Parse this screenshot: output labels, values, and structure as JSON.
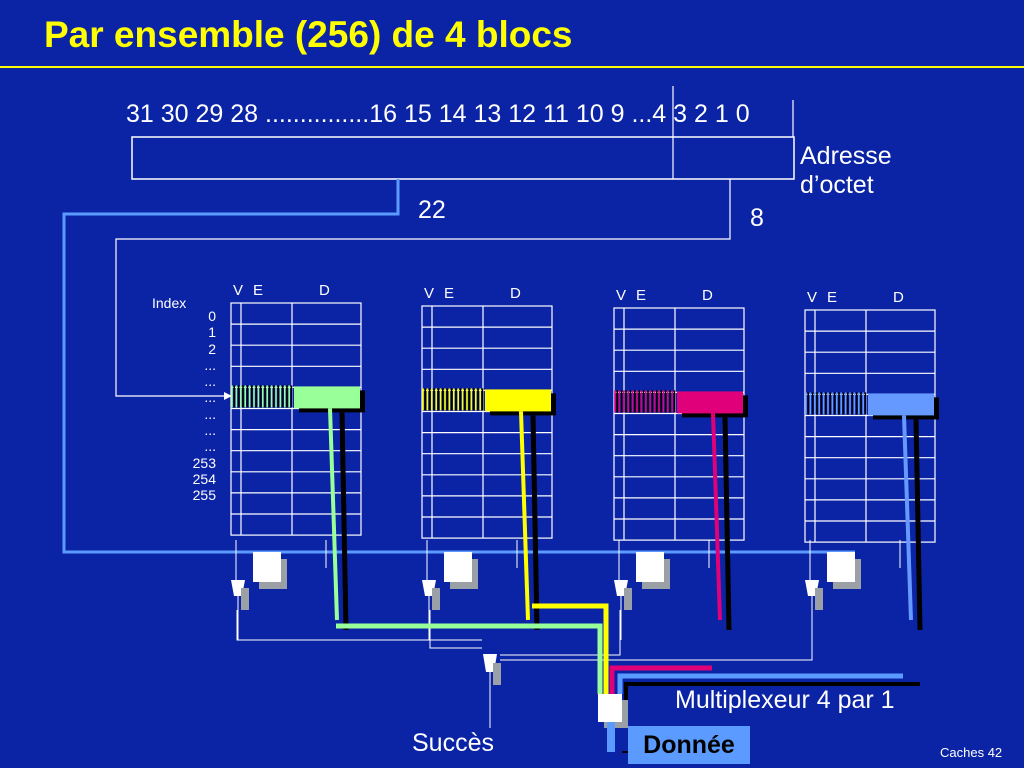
{
  "title": "Par ensemble (256) de 4 blocs",
  "address": {
    "bit_labels": "31 30 29 28 ...............16 15 14 13 12 11 10 9 ...4 3 2 1 0",
    "tag_width": "22",
    "index_width": "8",
    "byte_address_line1": "Adresse",
    "byte_address_line2": "d’octet"
  },
  "index_header": "Index",
  "index_rows": [
    "0",
    "1",
    "2",
    "...",
    "...",
    "...",
    "...",
    "...",
    "...",
    "253",
    "254",
    "255"
  ],
  "ways": [
    {
      "col_v": "V",
      "col_e": "E",
      "col_d": "D",
      "color": "#99ff99"
    },
    {
      "col_v": "V",
      "col_e": "E",
      "col_d": "D",
      "color": "#ffff00"
    },
    {
      "col_v": "V",
      "col_e": "E",
      "col_d": "D",
      "color": "#e0007a"
    },
    {
      "col_v": "V",
      "col_e": "E",
      "col_d": "D",
      "color": "#6699ff"
    }
  ],
  "multiplexer_label": "Multiplexeur 4 par 1",
  "hit_label": "Succès",
  "data_label": "Donnée",
  "footer": "Caches 42",
  "colors": {
    "background": "#0b24a5",
    "title": "#ffff00",
    "line_blue": "#5b9bff",
    "line_white": "#ffffff",
    "data_box": "#5b9bff"
  }
}
